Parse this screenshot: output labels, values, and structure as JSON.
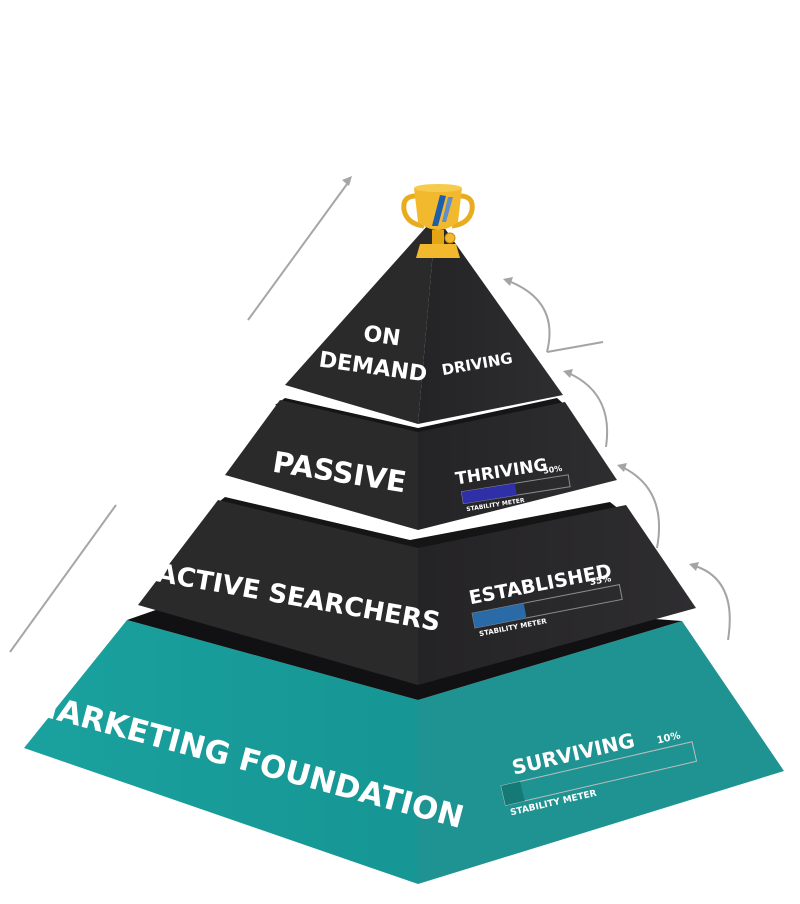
{
  "tiers": [
    {
      "name_lines": [
        "ON",
        "DEMAND"
      ],
      "status": "DRIVING"
    },
    {
      "name_lines": [
        "PASSIVE"
      ],
      "status": "THRIVING",
      "meter_label": "STABILITY METER",
      "meter_percent_text": "50%",
      "meter_fraction": 0.5,
      "meter_color": "#2f2fa8"
    },
    {
      "name_lines": [
        "ACTIVE SEARCHERS"
      ],
      "status": "ESTABLISHED",
      "meter_label": "STABILITY METER",
      "meter_percent_text": "35%",
      "meter_fraction": 0.35,
      "meter_color": "#2a6aa6"
    },
    {
      "name_lines": [
        "MARKETING FOUNDATION"
      ],
      "status": "SURVIVING",
      "meter_label": "STABILITY METER",
      "meter_percent_text": "10%",
      "meter_fraction": 0.1,
      "meter_color": "#157a75"
    }
  ],
  "colors": {
    "dark_face_left": "#2b2a2b",
    "dark_face_right": "#1d1c1e",
    "teal_face_left": "#1a9b98",
    "teal_face_right": "#1e8f8d",
    "trophy_gold": "#f2b92e",
    "trophy_blue": "#1d5fa8",
    "arrow_gray": "#9a9a9a"
  },
  "icons": {
    "top": "trophy-icon",
    "growth": "arrow-up-right-icon",
    "progress": "curved-arrow-icon"
  }
}
